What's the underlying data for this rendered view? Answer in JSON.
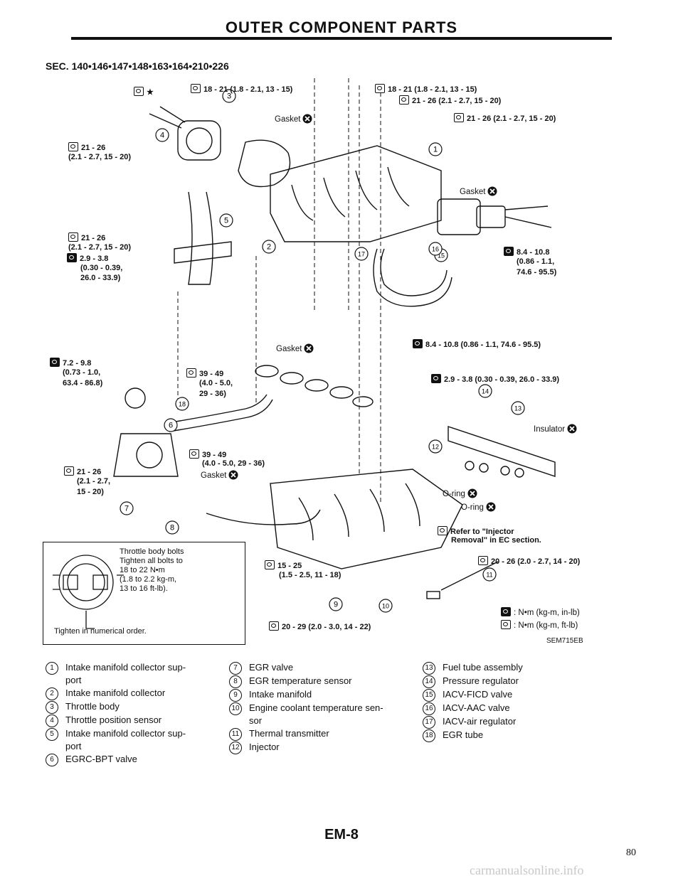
{
  "title": "OUTER COMPONENT PARTS",
  "sec": "SEC. 140•146•147•148•163•164•210•226",
  "torques": {
    "t1": "18 - 21 (1.8 - 2.1, 13 - 15)",
    "t2": "18 - 21 (1.8 - 2.1, 13 - 15)",
    "t3": "21 - 26 (2.1 - 2.7, 15 - 20)",
    "t4": "21 - 26 (2.1 - 2.7, 15 - 20)",
    "t5a": "21 - 26",
    "t5b": "(2.1 - 2.7, 15 - 20)",
    "t6a": "21 - 26",
    "t6b": "(2.1 - 2.7, 15 - 20)",
    "t7a": "2.9 - 3.8",
    "t7b": "(0.30 - 0.39,",
    "t7c": "26.0 - 33.9)",
    "t8a": "8.4 - 10.8",
    "t8b": "(0.86 - 1.1,",
    "t8c": "74.6 - 95.5)",
    "t9": "8.4 - 10.8 (0.86 - 1.1, 74.6 - 95.5)",
    "t10a": "7.2 - 9.8",
    "t10b": "(0.73 - 1.0,",
    "t10c": "63.4 - 86.8)",
    "t11a": "39 - 49",
    "t11b": "(4.0 - 5.0,",
    "t11c": "29 - 36)",
    "t12": "2.9 - 3.8 (0.30 - 0.39, 26.0 - 33.9)",
    "t13a": "39 - 49",
    "t13b": "(4.0 - 5.0, 29 - 36)",
    "t14a": "21 - 26",
    "t14b": "(2.1 - 2.7,",
    "t14c": "15 - 20)",
    "t15a": "15 - 25",
    "t15b": "(1.5 - 2.5, 11 - 18)",
    "t16": "20 - 26 (2.0 - 2.7, 14 - 20)",
    "t17": "20 - 29 (2.0 - 3.0, 14 - 22)"
  },
  "labels": {
    "gasket": "Gasket",
    "insulator": "Insulator",
    "oring": "O-ring",
    "refer1": "Refer to \"Injector",
    "refer2": "Removal\" in EC section.",
    "unit_nm_inlb": ": N•m (kg-m, in-lb)",
    "unit_nm_ftlb": ": N•m (kg-m, ft-lb)",
    "star": "★"
  },
  "callouts": [
    "1",
    "2",
    "3",
    "4",
    "5",
    "6",
    "7",
    "8",
    "9",
    "10",
    "11",
    "12",
    "13",
    "14",
    "15",
    "16",
    "17",
    "18"
  ],
  "inset": {
    "note": "Throttle body bolts\nTighten all bolts to\n18 to 22 N•m\n(1.8 to 2.2 kg-m,\n13 to 16 ft-lb).",
    "footer": "Tighten in numerical order."
  },
  "ref_code": "SEM715EB",
  "legend": [
    {
      "num": "1",
      "text": "Intake manifold collector sup-\nport"
    },
    {
      "num": "2",
      "text": "Intake manifold collector"
    },
    {
      "num": "3",
      "text": "Throttle body"
    },
    {
      "num": "4",
      "text": "Throttle position sensor"
    },
    {
      "num": "5",
      "text": "Intake manifold collector sup-\nport"
    },
    {
      "num": "6",
      "text": "EGRC-BPT valve"
    },
    {
      "num": "7",
      "text": "EGR valve"
    },
    {
      "num": "8",
      "text": "EGR temperature sensor"
    },
    {
      "num": "9",
      "text": "Intake manifold"
    },
    {
      "num": "10",
      "text": "Engine coolant temperature sen-\nsor"
    },
    {
      "num": "11",
      "text": "Thermal transmitter"
    },
    {
      "num": "12",
      "text": "Injector"
    },
    {
      "num": "13",
      "text": "Fuel tube assembly"
    },
    {
      "num": "14",
      "text": "Pressure regulator"
    },
    {
      "num": "15",
      "text": "IACV-FICD valve"
    },
    {
      "num": "16",
      "text": "IACV-AAC valve"
    },
    {
      "num": "17",
      "text": "IACV-air regulator"
    },
    {
      "num": "18",
      "text": "EGR tube"
    }
  ],
  "page_code": "EM-8",
  "page_number": "80",
  "watermark": "carmanualsonline.info"
}
